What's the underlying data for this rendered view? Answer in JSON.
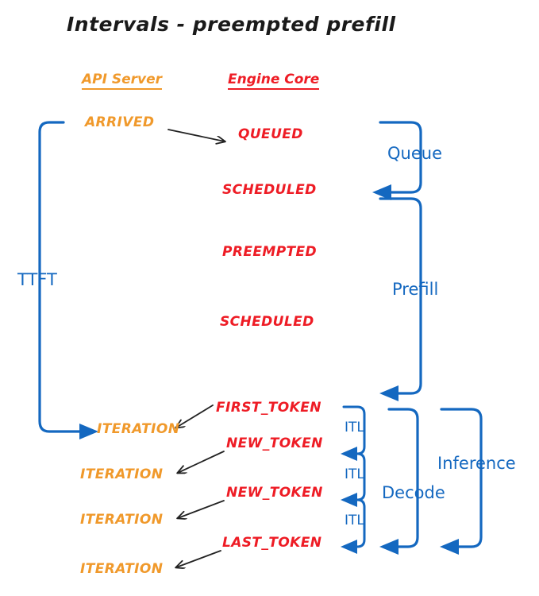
{
  "title": "Intervals - preempted prefill",
  "colors": {
    "api_server": "#F0992B",
    "engine_core": "#EE1C25",
    "bracket_blue": "#1468C0",
    "arrow_black": "#222222",
    "background": "#FFFFFF"
  },
  "columns": {
    "api_server": "API Server",
    "engine_core": "Engine Core"
  },
  "api_server_events": [
    {
      "label": "ARRIVED"
    },
    {
      "label": "ITERATION"
    },
    {
      "label": "ITERATION"
    },
    {
      "label": "ITERATION"
    },
    {
      "label": "ITERATION"
    }
  ],
  "engine_core_events": [
    {
      "label": "QUEUED"
    },
    {
      "label": "SCHEDULED"
    },
    {
      "label": "PREEMPTED"
    },
    {
      "label": "SCHEDULED"
    },
    {
      "label": "FIRST_TOKEN"
    },
    {
      "label": "NEW_TOKEN"
    },
    {
      "label": "NEW_TOKEN"
    },
    {
      "label": "LAST_TOKEN"
    }
  ],
  "intervals": {
    "ttft": "TTFT",
    "queue": "Queue",
    "prefill": "Prefill",
    "decode": "Decode",
    "inference": "Inference",
    "itl": [
      "ITL",
      "ITL",
      "ITL"
    ]
  }
}
